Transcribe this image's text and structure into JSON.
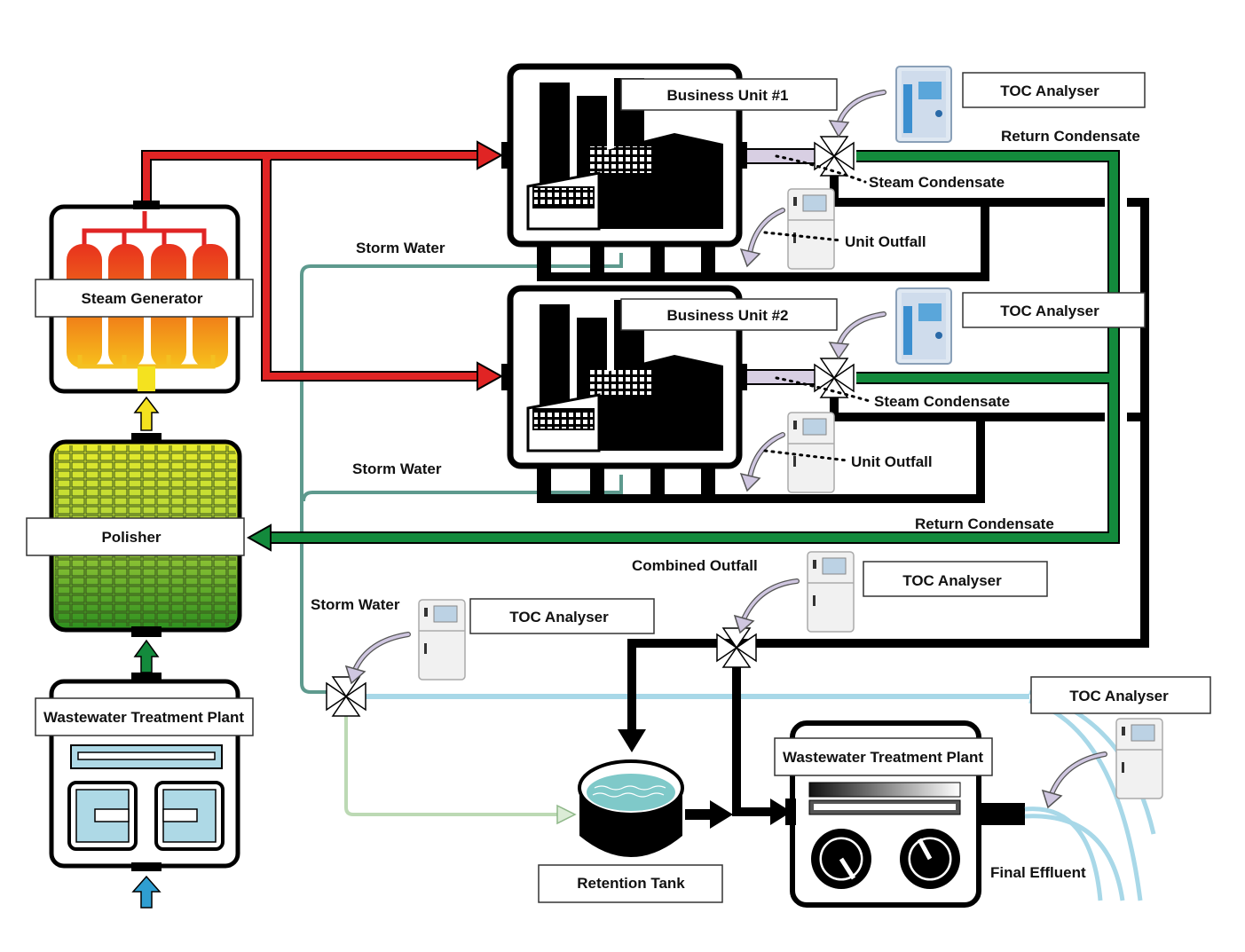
{
  "components": {
    "steam_generator": "Steam Generator",
    "polisher": "Polisher",
    "wwtp_source": "Wastewater Treatment Plant",
    "business_unit_1": "Business Unit #1",
    "business_unit_2": "Business Unit #2",
    "wwtp_final": "Wastewater Treatment Plant",
    "retention_tank": "Retention Tank"
  },
  "analysers": {
    "bu1": "TOC Analyser",
    "bu2": "TOC Analyser",
    "combined": "TOC Analyser",
    "storm": "TOC Analyser",
    "final": "TOC Analyser"
  },
  "flow_labels": {
    "return_condensate_1": "Return Condensate",
    "steam_condensate_1": "Steam Condensate",
    "unit_outfall_1": "Unit Outfall",
    "storm_water_1": "Storm Water",
    "steam_condensate_2": "Steam Condensate",
    "unit_outfall_2": "Unit Outfall",
    "storm_water_2": "Storm Water",
    "return_condensate_2": "Return Condensate",
    "combined_outfall": "Combined Outfall",
    "storm_water_3": "Storm Water",
    "final_effluent": "Final Effluent"
  },
  "colors": {
    "steam": "#e02424",
    "return_condensate": "#138a3c",
    "outfall": "#000000",
    "storm_water": "#5e9a8e",
    "effluent": "#a8d8e8",
    "storm_branch": "#bcd9b4",
    "steam_condensate_pipe": "#d8cfe3"
  }
}
